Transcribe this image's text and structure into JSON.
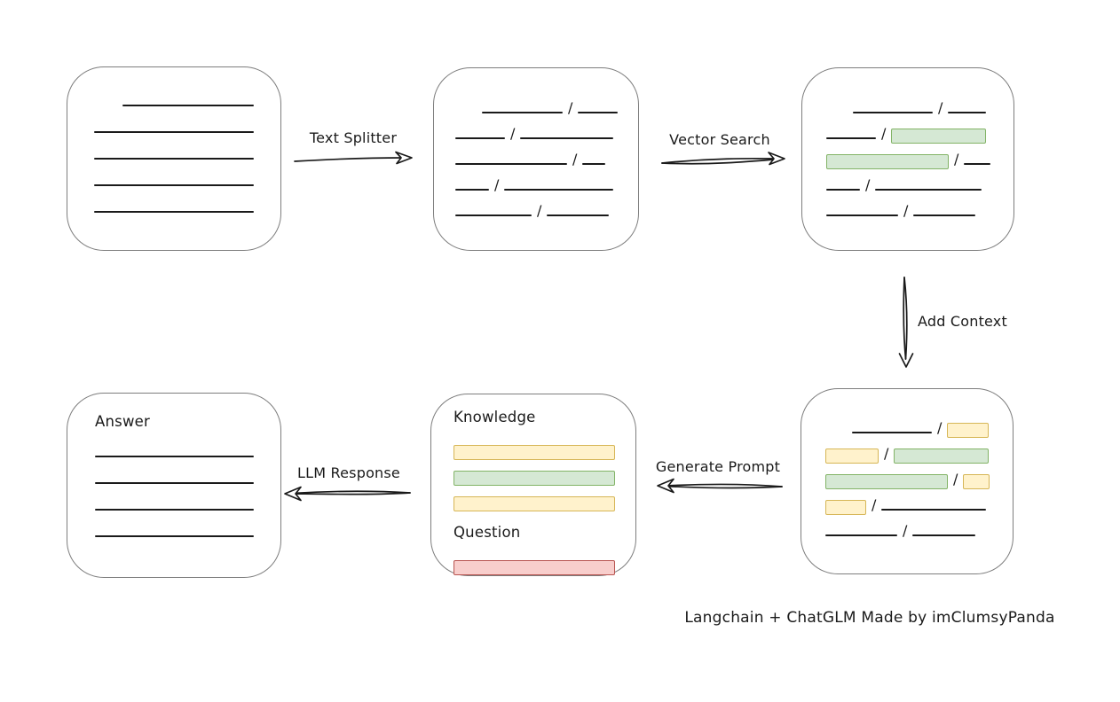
{
  "caption": "Langchain + ChatGLM Made by imClumsyPanda",
  "slash_char": "/",
  "arrow_labels": {
    "text_splitter": "Text Splitter",
    "vector_search": "Vector Search",
    "add_context": "Add Context",
    "generate_prompt": "Generate Prompt",
    "llm_response": "LLM Response"
  },
  "colors": {
    "green_fill": "#d5e8d4",
    "green_border": "#82b366",
    "yellow_fill": "#fff2cc",
    "yellow_border": "#d6b656",
    "red_fill": "#f8cecc",
    "red_border": "#b85450",
    "line_color": "#1a1a1a",
    "box_border": "#7d7d7d"
  },
  "boxes": {
    "document": {
      "rows": [
        [
          {
            "t": "sp",
            "w": 26
          },
          {
            "t": "line",
            "w": 148
          }
        ],
        [
          {
            "t": "line",
            "w": 180
          }
        ],
        [
          {
            "t": "line",
            "w": 180
          }
        ],
        [
          {
            "t": "line",
            "w": 180
          }
        ],
        [
          {
            "t": "line",
            "w": 180
          }
        ]
      ]
    },
    "split_chunks": {
      "rows": [
        [
          {
            "t": "sp",
            "w": 24
          },
          {
            "t": "line",
            "w": 91
          },
          {
            "t": "sl"
          },
          {
            "t": "line",
            "w": 45
          }
        ],
        [
          {
            "t": "line",
            "w": 56
          },
          {
            "t": "sl"
          },
          {
            "t": "line",
            "w": 105
          }
        ],
        [
          {
            "t": "line",
            "w": 126
          },
          {
            "t": "sl"
          },
          {
            "t": "line",
            "w": 26
          }
        ],
        [
          {
            "t": "line",
            "w": 38
          },
          {
            "t": "sl"
          },
          {
            "t": "line",
            "w": 123
          }
        ],
        [
          {
            "t": "line",
            "w": 86
          },
          {
            "t": "sl"
          },
          {
            "t": "line",
            "w": 70
          }
        ]
      ]
    },
    "vector_result": {
      "rows": [
        [
          {
            "t": "sp",
            "w": 24
          },
          {
            "t": "line",
            "w": 90
          },
          {
            "t": "sl"
          },
          {
            "t": "line",
            "w": 43
          }
        ],
        [
          {
            "t": "line",
            "w": 56
          },
          {
            "t": "sl"
          },
          {
            "t": "g",
            "w": 107
          }
        ],
        [
          {
            "t": "g",
            "w": 138
          },
          {
            "t": "sl"
          },
          {
            "t": "line",
            "w": 30
          }
        ],
        [
          {
            "t": "line",
            "w": 38
          },
          {
            "t": "sl"
          },
          {
            "t": "line",
            "w": 120
          }
        ],
        [
          {
            "t": "line",
            "w": 81
          },
          {
            "t": "sl"
          },
          {
            "t": "line",
            "w": 70
          }
        ]
      ]
    },
    "context": {
      "rows": [
        [
          {
            "t": "sp",
            "w": 24
          },
          {
            "t": "line",
            "w": 90
          },
          {
            "t": "sl"
          },
          {
            "t": "y",
            "w": 47
          }
        ],
        [
          {
            "t": "y",
            "w": 60
          },
          {
            "t": "sl"
          },
          {
            "t": "g",
            "w": 107
          }
        ],
        [
          {
            "t": "g",
            "w": 138
          },
          {
            "t": "sl"
          },
          {
            "t": "y",
            "w": 30
          }
        ],
        [
          {
            "t": "y",
            "w": 46
          },
          {
            "t": "sl"
          },
          {
            "t": "line",
            "w": 118
          }
        ],
        [
          {
            "t": "line",
            "w": 81
          },
          {
            "t": "sl"
          },
          {
            "t": "line",
            "w": 71
          }
        ]
      ]
    },
    "prompt": {
      "knowledge_label": "Knowledge",
      "question_label": "Question",
      "knowledge_bars": [
        [
          {
            "t": "y",
            "w": 182
          }
        ],
        [
          {
            "t": "g",
            "w": 182
          }
        ],
        [
          {
            "t": "y",
            "w": 182
          }
        ]
      ],
      "question_bars": [
        [
          {
            "t": "r",
            "w": 182
          }
        ]
      ]
    },
    "answer": {
      "title": "Answer",
      "rows": [
        [
          {
            "t": "line",
            "w": 179
          }
        ],
        [
          {
            "t": "line",
            "w": 179
          }
        ],
        [
          {
            "t": "line",
            "w": 179
          }
        ],
        [
          {
            "t": "line",
            "w": 179
          }
        ]
      ]
    }
  }
}
